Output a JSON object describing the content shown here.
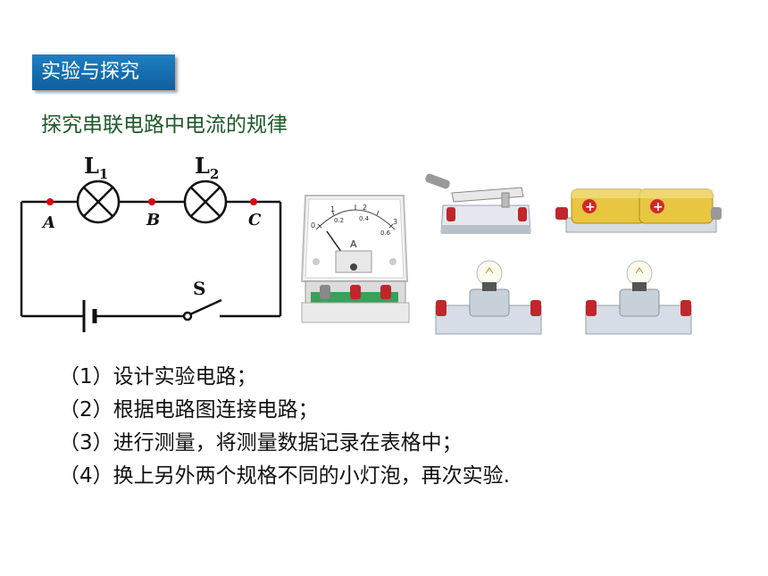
{
  "header": {
    "badge": "实验与探究"
  },
  "subtitle": "探究串联电路中电流的规律",
  "circuit": {
    "lamp1": "L",
    "lamp1_sub": "1",
    "lamp2": "L",
    "lamp2_sub": "2",
    "point_a": "A",
    "point_b": "B",
    "point_c": "C",
    "switch": "S"
  },
  "ammeter": {
    "unit": "A",
    "scale_top": [
      "0",
      "1",
      "2",
      "3"
    ],
    "scale_bottom": [
      "0.2",
      "0.4",
      "0.6"
    ]
  },
  "steps": [
    "（1）设计实验电路；",
    "（2）根据电路图连接电路；",
    "（3）进行测量，将测量数据记录在表格中；",
    "（4）换上另外两个规格不同的小灯泡，再次实验."
  ]
}
